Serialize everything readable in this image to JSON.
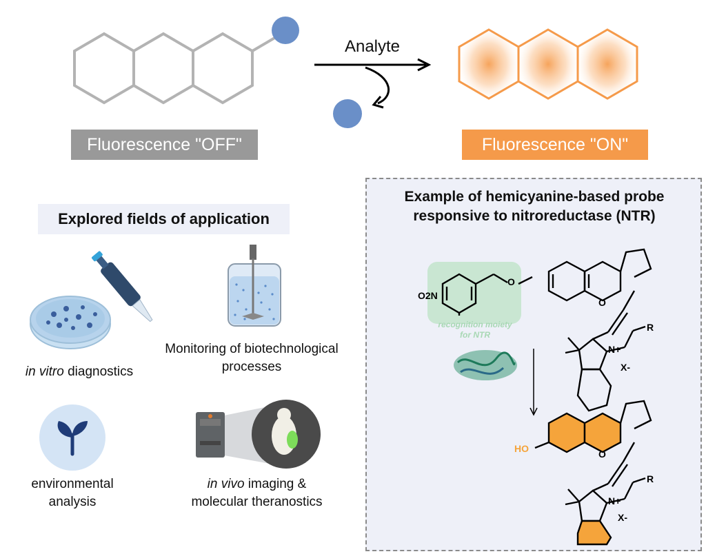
{
  "scheme": {
    "analyte_label": "Analyte",
    "off_label": "Fluorescence \"OFF\"",
    "on_label": "Fluorescence \"ON\""
  },
  "applications": {
    "title": "Explored fields of application",
    "in_vitro": {
      "italic": "in vitro",
      "rest": " diagnostics"
    },
    "monitoring": {
      "line1": "Monitoring of biotechnological",
      "line2": "processes"
    },
    "environmental": {
      "line1": "environmental",
      "line2": "analysis"
    },
    "in_vivo": {
      "italic": "in vivo",
      "rest": " imaging &",
      "line2": "molecular theranostics"
    }
  },
  "example": {
    "title_line1": "Example of hemicyanine-based probe",
    "title_line2": "responsive to nitroreductase (NTR)",
    "recognition_line1": "recognition moiety",
    "recognition_line2": "for NTR",
    "o2n": "O2N",
    "oxygen": "O",
    "n_plus": "N+",
    "r_group": "R",
    "x_minus": "X-",
    "ho": "HO"
  },
  "colors": {
    "off_gray": "#999999",
    "on_orange": "#F59A4A",
    "dot_blue": "#6A8FC8",
    "panel_bg": "#EEF0F8",
    "recognition_green": "#BFE3C8"
  }
}
